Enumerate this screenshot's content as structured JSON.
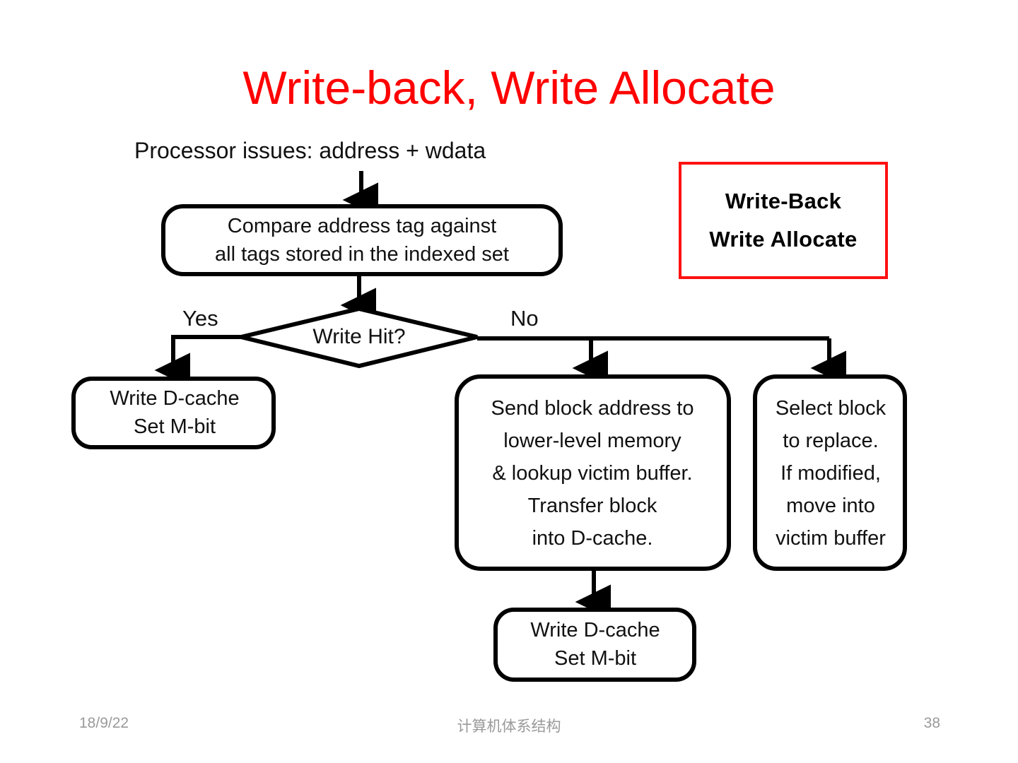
{
  "slide": {
    "title": "Write-back, Write Allocate",
    "title_color": "#ff0000"
  },
  "diagram": {
    "intro": "Processor issues: address + wdata",
    "nodes": {
      "compare": "Compare address tag against\nall tags stored in the indexed set",
      "decision": "Write Hit?",
      "write_hit": "Write D-cache\nSet M-bit",
      "send_block": "Send block address to\nlower-level memory\n& lookup victim buffer.\nTransfer block\ninto D-cache.",
      "select_block": "Select block\nto replace.\nIf modified,\nmove into\nvictim buffer",
      "write_after_fill": "Write D-cache\nSet M-bit"
    },
    "branch_labels": {
      "yes": "Yes",
      "no": "No"
    }
  },
  "legend": {
    "line1": "Write-Back",
    "line2": "Write Allocate",
    "border_color": "#ff1111"
  },
  "footer": {
    "date": "18/9/22",
    "center": "计算机体系结构",
    "page": "38",
    "color": "#9a9a9a"
  }
}
